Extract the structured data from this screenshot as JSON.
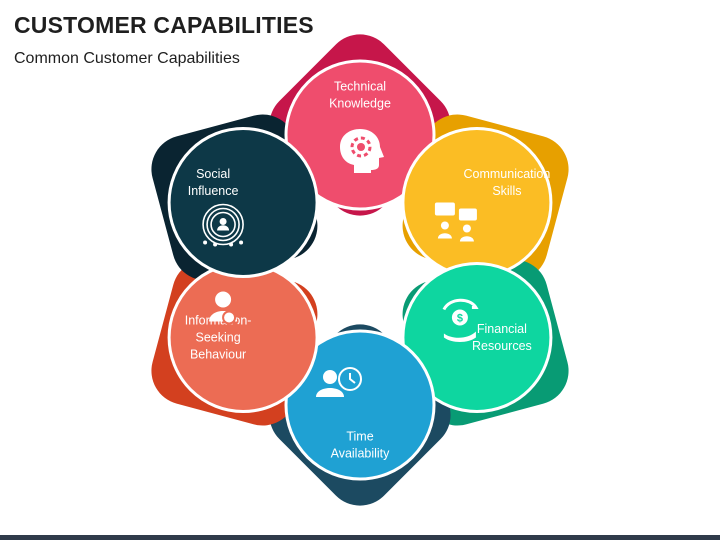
{
  "title": "CUSTOMER CAPABILITIES",
  "subtitle": "Common Customer Capabilities",
  "nodes": [
    {
      "id": "technical-knowledge",
      "lines": [
        "Technical",
        "Knowledge"
      ],
      "icon": "head-gear-icon",
      "color": "#ef4d6d",
      "shadow": "#c6164a"
    },
    {
      "id": "communication-skills",
      "lines": [
        "Communication",
        "Skills"
      ],
      "icon": "chat-people-icon",
      "color": "#fbbd24",
      "shadow": "#e7a000"
    },
    {
      "id": "financial-resources",
      "lines": [
        "Financial",
        "Resources"
      ],
      "icon": "money-hand-icon",
      "color": "#0ed6a0",
      "shadow": "#089b74"
    },
    {
      "id": "time-availability",
      "lines": [
        "Time",
        "Availability"
      ],
      "icon": "person-clock-icon",
      "color": "#1fa1d3",
      "shadow": "#1c4a61"
    },
    {
      "id": "information-seeking-behaviour",
      "lines": [
        "Information-",
        "Seeking",
        "Behaviour"
      ],
      "icon": "person-search-icon",
      "color": "#ec6c54",
      "shadow": "#d3401f"
    },
    {
      "id": "social-influence",
      "lines": [
        "Social",
        "Influence"
      ],
      "icon": "target-person-icon",
      "color": "#0d3847",
      "shadow": "#0a2431"
    }
  ]
}
